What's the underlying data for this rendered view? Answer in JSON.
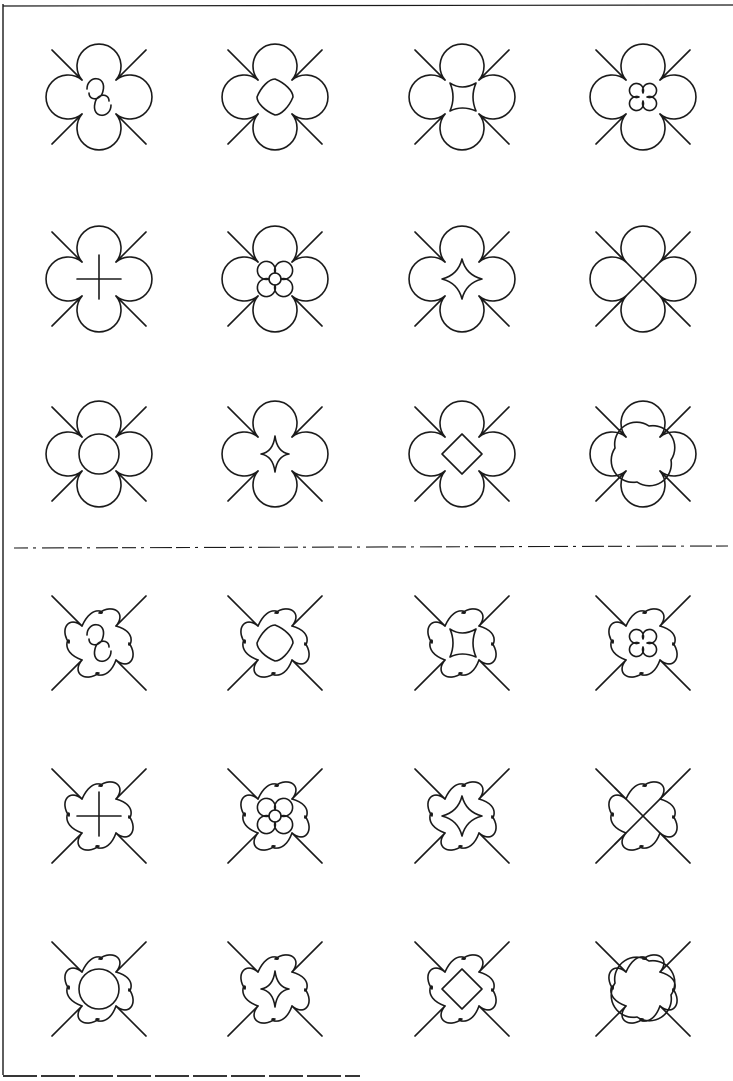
{
  "colors": {
    "ink": "#1a1a1a",
    "paper": "#ffffff"
  },
  "sections": [
    {
      "name": "rounded-outline",
      "tiles": [
        {
          "outline": "rounded",
          "inner": "swirl-pinwheel"
        },
        {
          "outline": "rounded",
          "inner": "rounded-square"
        },
        {
          "outline": "rounded",
          "inner": "concave-square"
        },
        {
          "outline": "rounded",
          "inner": "small-quatrefoil"
        },
        {
          "outline": "rounded",
          "inner": "cross-lines"
        },
        {
          "outline": "rounded",
          "inner": "nested-quatrefoil"
        },
        {
          "outline": "rounded",
          "inner": "concave-diamond"
        },
        {
          "outline": "rounded",
          "inner": "crossed-quatrefoil"
        },
        {
          "outline": "rounded",
          "inner": "circle"
        },
        {
          "outline": "rounded",
          "inner": "four-point-star"
        },
        {
          "outline": "rounded",
          "inner": "diamond"
        },
        {
          "outline": "rounded",
          "inner": "overlapping-circles"
        }
      ]
    },
    {
      "name": "wavy-outline",
      "tiles": [
        {
          "outline": "wavy",
          "inner": "swirl-pinwheel"
        },
        {
          "outline": "wavy",
          "inner": "rounded-square"
        },
        {
          "outline": "wavy",
          "inner": "concave-square"
        },
        {
          "outline": "wavy",
          "inner": "small-quatrefoil"
        },
        {
          "outline": "wavy",
          "inner": "cross-lines"
        },
        {
          "outline": "wavy",
          "inner": "nested-quatrefoil"
        },
        {
          "outline": "wavy",
          "inner": "concave-diamond"
        },
        {
          "outline": "wavy",
          "inner": "crossed-quatrefoil"
        },
        {
          "outline": "wavy",
          "inner": "circle"
        },
        {
          "outline": "wavy",
          "inner": "four-point-star"
        },
        {
          "outline": "wavy",
          "inner": "diamond"
        },
        {
          "outline": "wavy",
          "inner": "overlapping-circles"
        }
      ]
    }
  ]
}
